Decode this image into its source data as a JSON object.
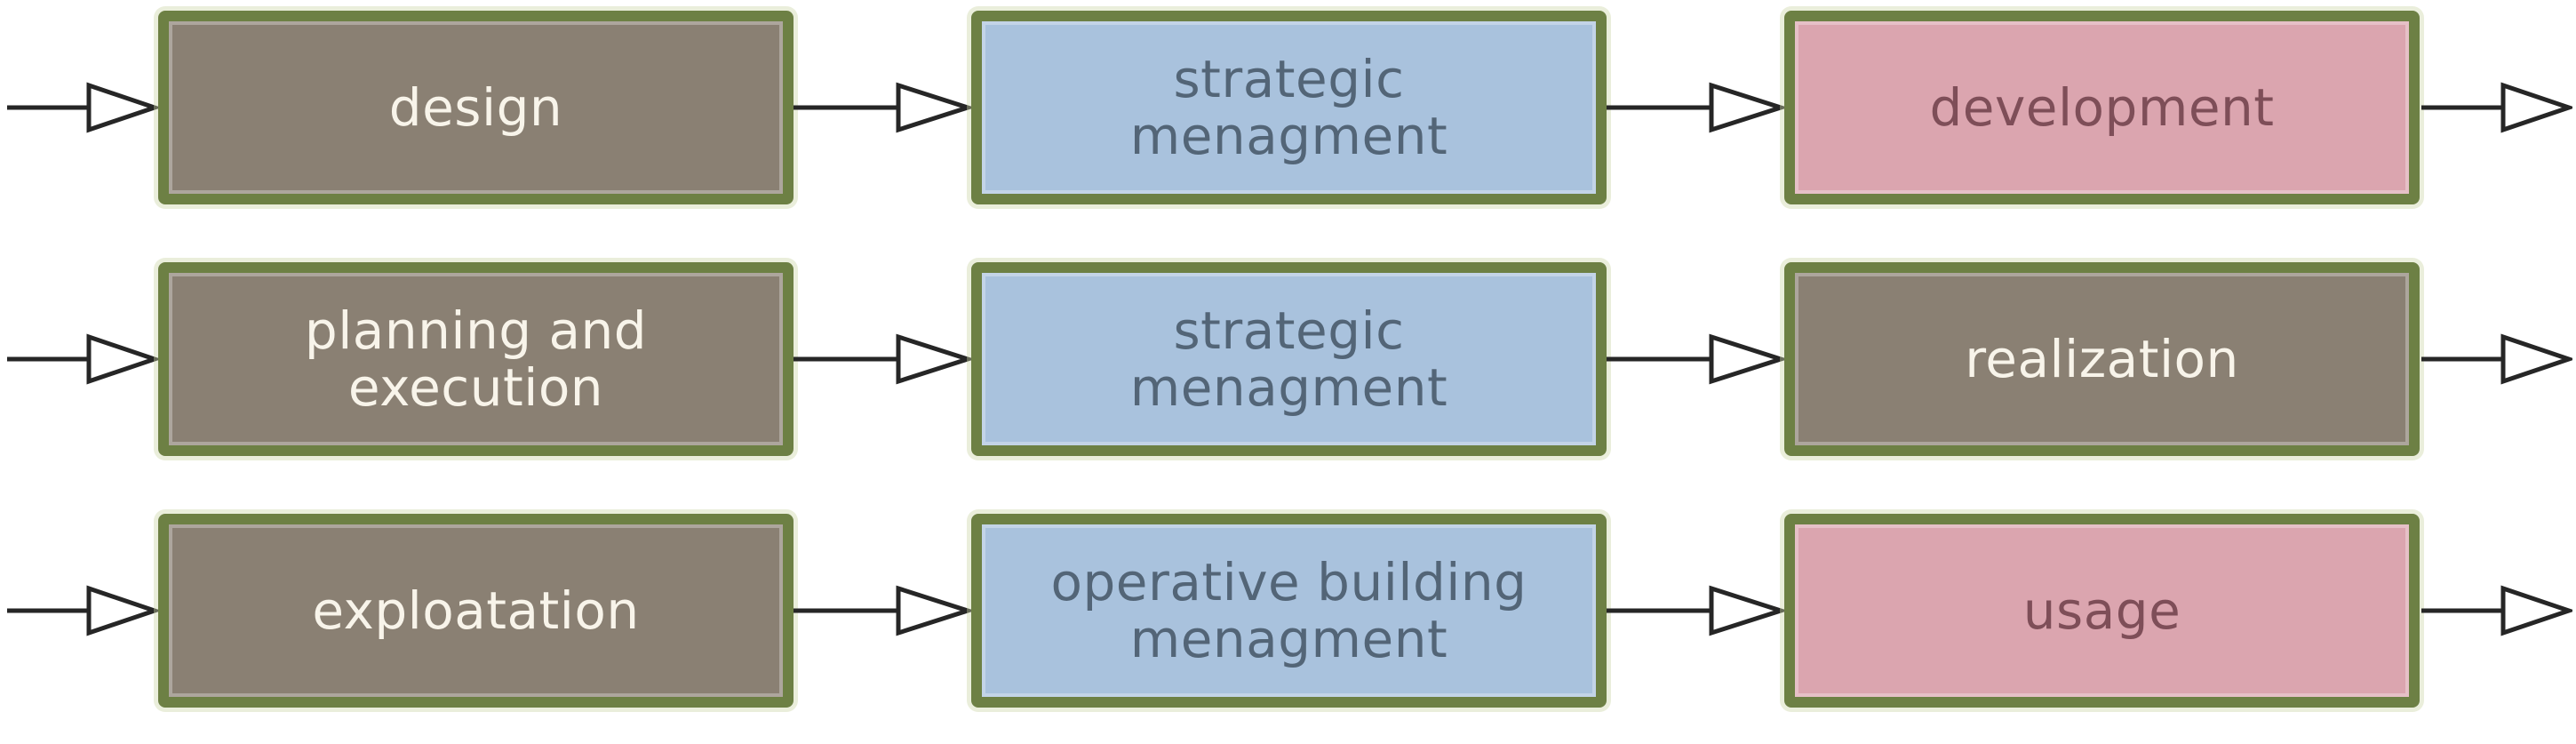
{
  "diagram": {
    "title": "building lifecycle flow diagram",
    "rows": [
      {
        "cells": [
          {
            "color": "brown",
            "lines": [
              "design"
            ]
          },
          {
            "color": "blue",
            "lines": [
              "strategic",
              "menagment"
            ]
          },
          {
            "color": "pink",
            "lines": [
              "development"
            ]
          }
        ]
      },
      {
        "cells": [
          {
            "color": "brown",
            "lines": [
              "planning and",
              "execution"
            ]
          },
          {
            "color": "blue",
            "lines": [
              "strategic",
              "menagment"
            ]
          },
          {
            "color": "brown",
            "lines": [
              "realization"
            ]
          }
        ]
      },
      {
        "cells": [
          {
            "color": "brown",
            "lines": [
              "exploatation"
            ]
          },
          {
            "color": "blue",
            "lines": [
              "operative building",
              "menagment"
            ]
          },
          {
            "color": "pink",
            "lines": [
              "usage"
            ]
          }
        ]
      }
    ],
    "icons": {
      "connector": "right-arrow-open-triangle"
    },
    "colors": {
      "background": "#ffffff",
      "box_border_green": "#6d8044",
      "brown_fill": "#8a8073",
      "brown_text": "#f8f4ea",
      "blue_fill": "#a9c2dd",
      "blue_text": "#536577",
      "pink_fill": "#dba5af",
      "pink_text": "#7e4e58",
      "arrow_stroke": "#262626",
      "arrow_head_fill": "#ffffff"
    }
  }
}
